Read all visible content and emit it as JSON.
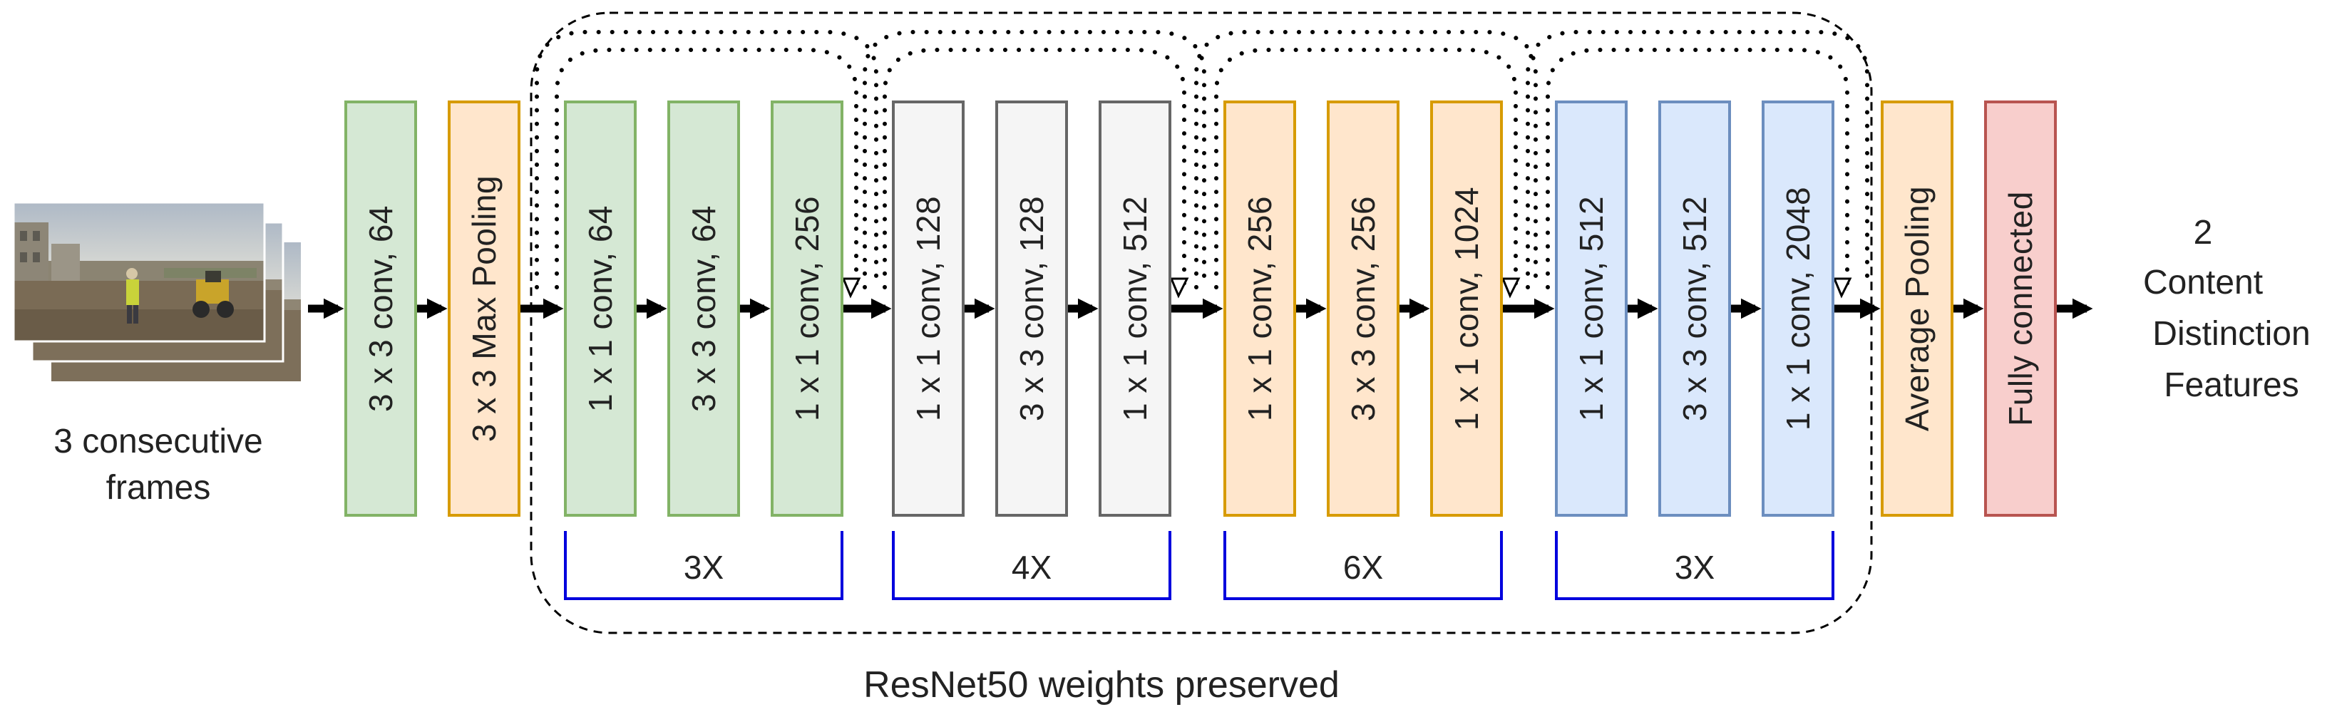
{
  "input": {
    "image_name": "construction-site-frames-image",
    "label_line1": "3 consecutive",
    "label_line2": "frames"
  },
  "blocks": [
    {
      "id": "conv1",
      "label": "3 x 3 conv, 64",
      "group": "green"
    },
    {
      "id": "maxpool",
      "label": "3 x 3 Max Pooling",
      "group": "orange"
    },
    {
      "id": "s1a",
      "label": "1 x 1 conv, 64",
      "group": "green"
    },
    {
      "id": "s1b",
      "label": "3 x 3 conv, 64",
      "group": "green"
    },
    {
      "id": "s1c",
      "label": "1 x 1 conv, 256",
      "group": "green"
    },
    {
      "id": "s2a",
      "label": "1 x 1 conv, 128",
      "group": "gray"
    },
    {
      "id": "s2b",
      "label": "3 x 3 conv, 128",
      "group": "gray"
    },
    {
      "id": "s2c",
      "label": "1 x 1 conv, 512",
      "group": "gray"
    },
    {
      "id": "s3a",
      "label": "1 x 1 conv, 256",
      "group": "orange"
    },
    {
      "id": "s3b",
      "label": "3 x 3 conv, 256",
      "group": "orange"
    },
    {
      "id": "s3c",
      "label": "1 x 1 conv, 1024",
      "group": "orange"
    },
    {
      "id": "s4a",
      "label": "1 x 1 conv, 512",
      "group": "blue"
    },
    {
      "id": "s4b",
      "label": "3 x 3 conv, 512",
      "group": "blue"
    },
    {
      "id": "s4c",
      "label": "1 x 1 conv, 2048",
      "group": "blue"
    },
    {
      "id": "avgpool",
      "label": "Average  Pooling",
      "group": "orange"
    },
    {
      "id": "fc",
      "label": "Fully connected",
      "group": "red"
    }
  ],
  "repeats": [
    "3X",
    "4X",
    "6X",
    "3X"
  ],
  "output": {
    "line1": "2",
    "line2": "Content",
    "line3": "Distinction",
    "line4": "Features"
  },
  "caption": "ResNet50 weights preserved",
  "colors": {
    "green_fill": "#d5e8d4",
    "green_stroke": "#82b366",
    "orange_fill": "#ffe6cc",
    "orange_stroke": "#d79b00",
    "gray_fill": "#f5f5f5",
    "gray_stroke": "#666666",
    "blue_fill": "#dae8fc",
    "blue_stroke": "#6c8ebf",
    "red_fill": "#f8cecc",
    "red_stroke": "#b85450",
    "bracket": "#0000dd"
  }
}
